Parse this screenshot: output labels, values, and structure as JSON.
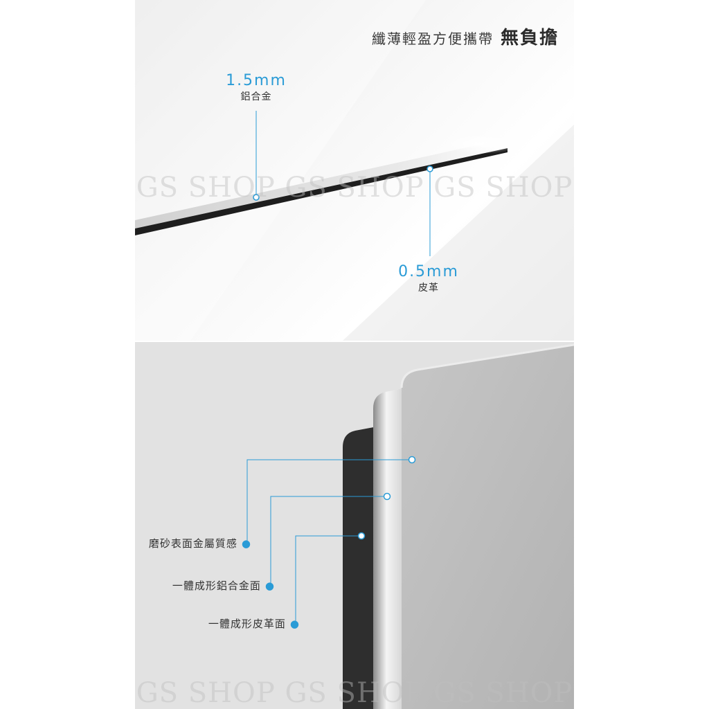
{
  "headline": {
    "main": "纖薄輕盈方便攜帶",
    "strong": "無負擔"
  },
  "dimensions": {
    "aluminum": {
      "value": "1.5mm",
      "material": "鋁合金"
    },
    "leather": {
      "value": "0.5mm",
      "material": "皮革"
    }
  },
  "features": [
    {
      "label": "磨砂表面金屬質感"
    },
    {
      "label": "一體成形鋁合金面"
    },
    {
      "label": "一體成形皮革面"
    }
  ],
  "watermark": "GS SHOP GS SHOP GS SHOP",
  "colors": {
    "accent": "#2a9bd6",
    "aluminum": "#b8b8b8",
    "leather": "#2e2e2e"
  }
}
